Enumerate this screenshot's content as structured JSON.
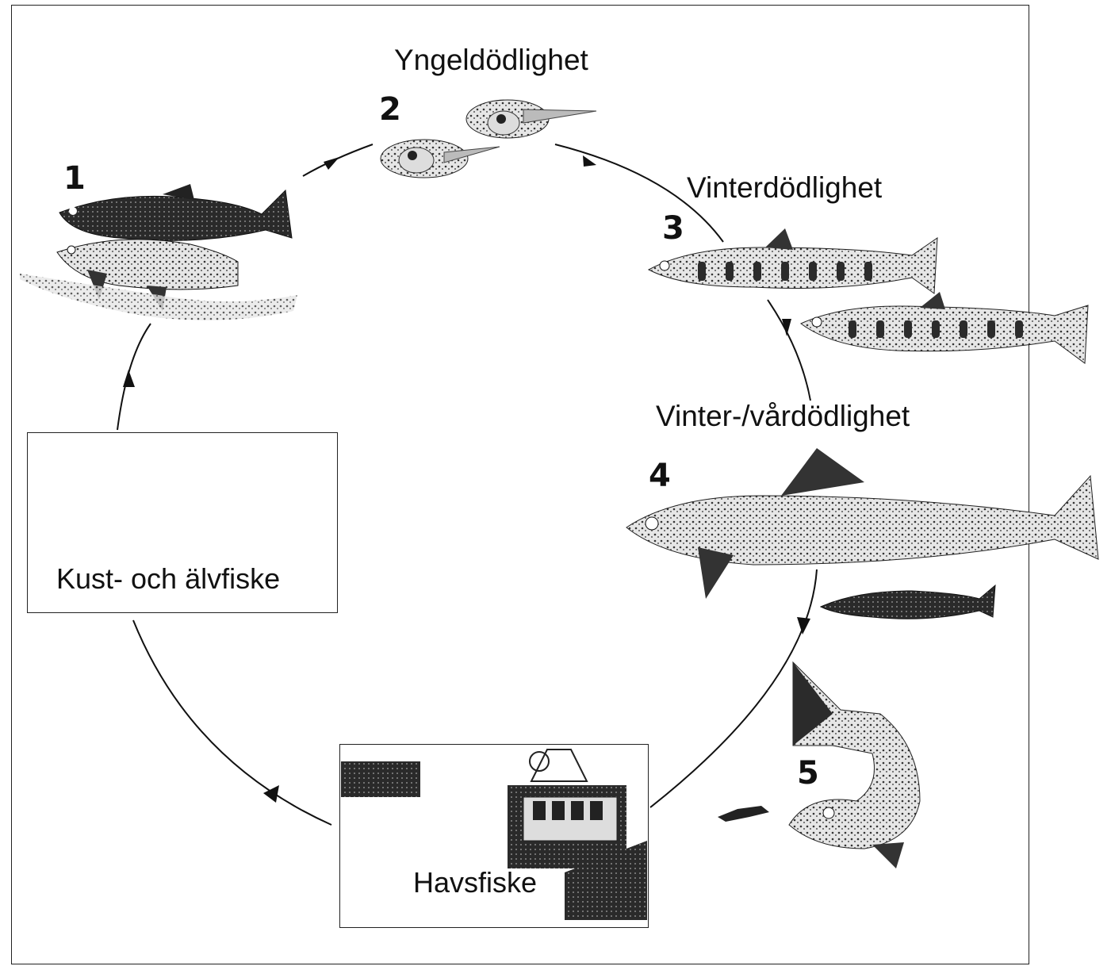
{
  "stages": [
    {
      "number": "1",
      "label": ""
    },
    {
      "number": "2",
      "label": "Yngeldödlighet"
    },
    {
      "number": "3",
      "label": "Vinterdödlighet"
    },
    {
      "number": "4",
      "label": "Vinter-/vårdödlighet"
    },
    {
      "number": "5",
      "label": ""
    }
  ],
  "fisheries": {
    "coastal": "Kust- och älvfiske",
    "sea": "Havsfiske"
  },
  "colors": {
    "ink": "#111111",
    "fish_dark": "#2b2b2b",
    "fish_light": "#d9d9d9"
  }
}
